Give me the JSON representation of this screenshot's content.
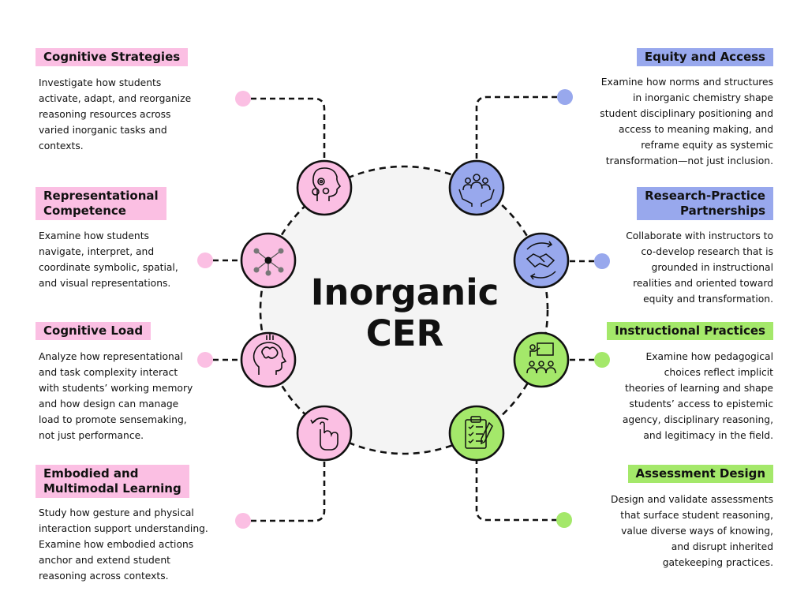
{
  "center": {
    "line1": "Inorganic",
    "line2": "CER"
  },
  "colors": {
    "pink": "#fbbfe3",
    "blue": "#98a8ed",
    "green": "#a4e86a",
    "center_fill": "#f4f4f4",
    "outline": "#111111"
  },
  "left_topics": [
    {
      "heading": [
        "Cognitive Strategies"
      ],
      "icon": "head-gears-icon",
      "description": "Investigate how students\nactivate, adapt, and reorganize\nreasoning resources across\nvaried inorganic tasks and\ncontexts."
    },
    {
      "heading": [
        "Representational",
        "Competence"
      ],
      "icon": "network-nodes-icon",
      "description": "Examine how students\nnavigate, interpret, and\ncoordinate symbolic, spatial,\nand visual representations."
    },
    {
      "heading": [
        "Cognitive Load"
      ],
      "icon": "brain-head-icon",
      "description": "Analyze how representational\nand task complexity interact\nwith students’ working memory\nand how design can manage\nload to promote sensemaking,\nnot just performance."
    },
    {
      "heading": [
        "Embodied and",
        "Multimodal Learning"
      ],
      "icon": "hand-gesture-icon",
      "description": "Study how gesture and physical\ninteraction support understanding.\nExamine how embodied actions\nanchor and extend student\nreasoning across contexts."
    }
  ],
  "right_topics": [
    {
      "heading": [
        "Equity and Access"
      ],
      "icon": "community-hands-icon",
      "description": "Examine how norms and structures\nin inorganic chemistry shape\nstudent disciplinary positioning and\naccess to meaning making, and\nreframe equity as systemic\ntransformation—not just inclusion."
    },
    {
      "heading": [
        "Research-Practice",
        "Partnerships"
      ],
      "icon": "handshake-cycle-icon",
      "description": "Collaborate with instructors to\nco-develop research that is\ngrounded in instructional\nrealities and oriented toward\nequity and transformation."
    },
    {
      "heading": [
        "Instructional Practices"
      ],
      "icon": "teacher-class-icon",
      "description": "Examine how pedagogical\nchoices reflect implicit\ntheories of learning and shape\nstudents’ access to epistemic\nagency, disciplinary reasoning,\nand legitimacy in the field."
    },
    {
      "heading": [
        "Assessment Design"
      ],
      "icon": "clipboard-checklist-icon",
      "description": "Design and validate assessments\nthat surface student reasoning,\nvalue diverse ways of knowing,\nand disrupt inherited\ngatekeeping practices."
    }
  ]
}
